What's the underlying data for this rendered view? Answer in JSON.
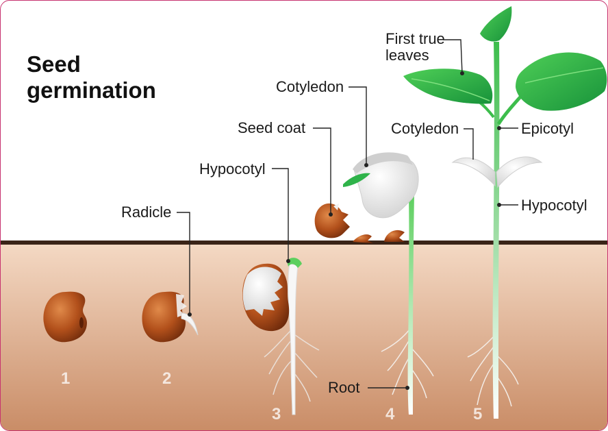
{
  "title": {
    "line1": "Seed",
    "line2": "germination"
  },
  "labels": {
    "first_true_leaves_line1": "First true",
    "first_true_leaves_line2": "leaves",
    "cotyledon_stage4": "Cotyledon",
    "seed_coat": "Seed coat",
    "cotyledon_stage5": "Cotyledon",
    "epicotyl": "Epicotyl",
    "hypocotyl_stage3": "Hypocotyl",
    "hypocotyl_stage5": "Hypocotyl",
    "radicle": "Radicle",
    "root": "Root"
  },
  "stages": [
    "1",
    "2",
    "3",
    "4",
    "5"
  ],
  "colors": {
    "soil_top": "#f6ddc9",
    "soil_bottom": "#c98d68",
    "ground_line": "#3a2418",
    "seed": "#b4531c",
    "leaf": "#2fb34a",
    "stem": "#3fbf4f",
    "frame": "#c7336f"
  }
}
